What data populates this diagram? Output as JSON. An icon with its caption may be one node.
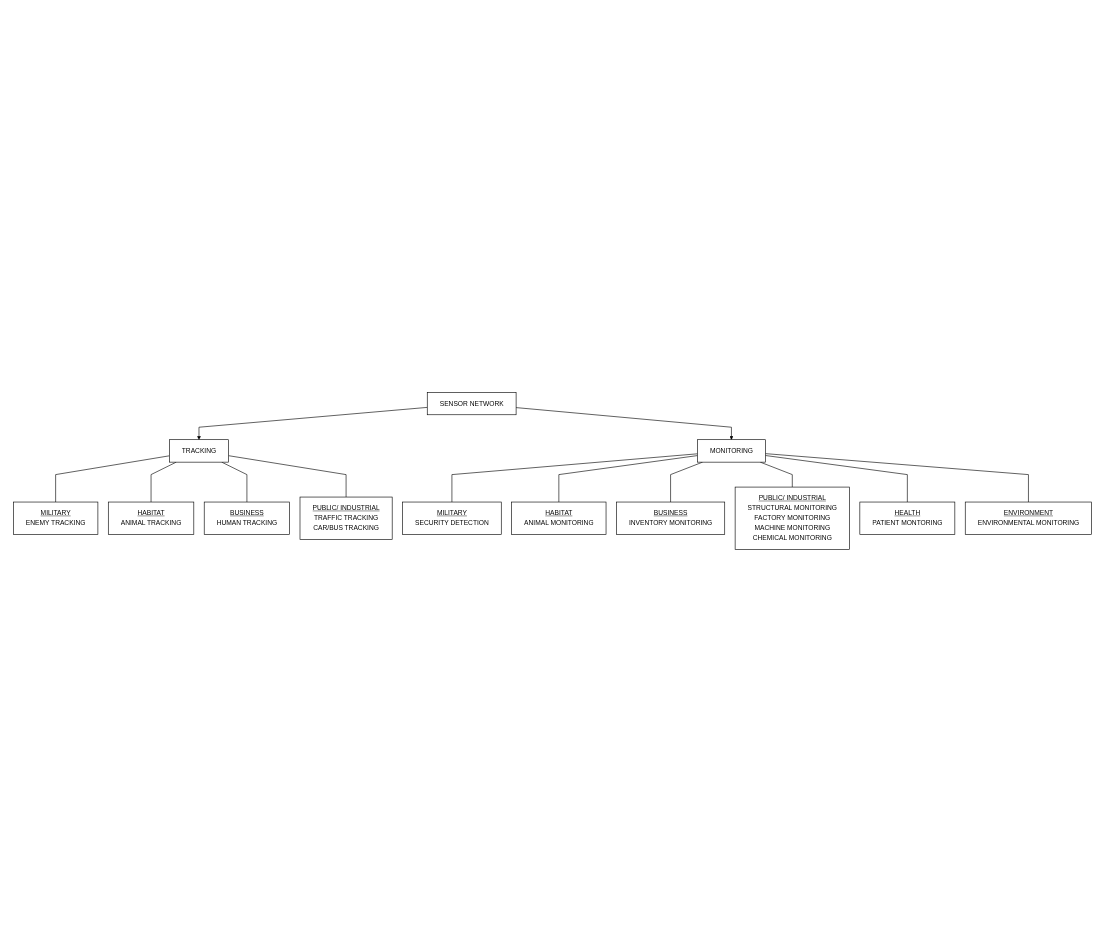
{
  "diagram": {
    "nodes": [
      {
        "text": [
          "SENSOR NETWORK"
        ]
      },
      {
        "text": [
          "TRACKING"
        ]
      },
      {
        "text": [
          "MONITORING"
        ]
      },
      {
        "text": [
          "MILITARY",
          "ENEMY TRACKING"
        ]
      },
      {
        "text": [
          "HABITAT",
          "ANIMAL TRACKING"
        ]
      },
      {
        "text": [
          "BUSINESS",
          "HUMAN TRACKING"
        ]
      },
      {
        "text": [
          "PUBLIC/ INDUSTRIAL",
          "TRAFFIC TRACKING",
          "CAR/BUS TRACKING"
        ]
      },
      {
        "text": [
          "MILITARY",
          "SECURITY DETECTION"
        ]
      },
      {
        "text": [
          "HABITAT",
          "ANIMAL MONITORING"
        ]
      },
      {
        "text": [
          "BUSINESS",
          "INVENTORY MONITORING"
        ]
      },
      {
        "text": [
          "PUBLIC/ INDUSTRIAL",
          "STRUCTURAL MONITORING",
          "FACTORY MONITORING",
          "MACHINE MONITORING",
          "CHEMICAL MONITORING"
        ]
      },
      {
        "text": [
          "HEALTH",
          "PATIENT MONTORING"
        ]
      },
      {
        "text": [
          "ENVIRONMENT",
          "ENVIRONMENTAL MONITORING"
        ]
      }
    ],
    "edges": [
      {
        "from": 0,
        "to": 1,
        "arrow": "to"
      },
      {
        "from": 0,
        "to": 2,
        "arrow": "to"
      },
      {
        "from": 1,
        "to": 3,
        "arrow": "none"
      },
      {
        "from": 1,
        "to": 4,
        "arrow": "none"
      },
      {
        "from": 1,
        "to": 5,
        "arrow": "none"
      },
      {
        "from": 1,
        "to": 6,
        "arrow": "none"
      },
      {
        "from": 2,
        "to": 7,
        "arrow": "none"
      },
      {
        "from": 2,
        "to": 8,
        "arrow": "none"
      },
      {
        "from": 2,
        "to": 9,
        "arrow": "none"
      },
      {
        "from": 2,
        "to": 10,
        "arrow": "none"
      },
      {
        "from": 2,
        "to": 11,
        "arrow": "none"
      },
      {
        "from": 2,
        "to": 12,
        "arrow": "none"
      }
    ]
  }
}
